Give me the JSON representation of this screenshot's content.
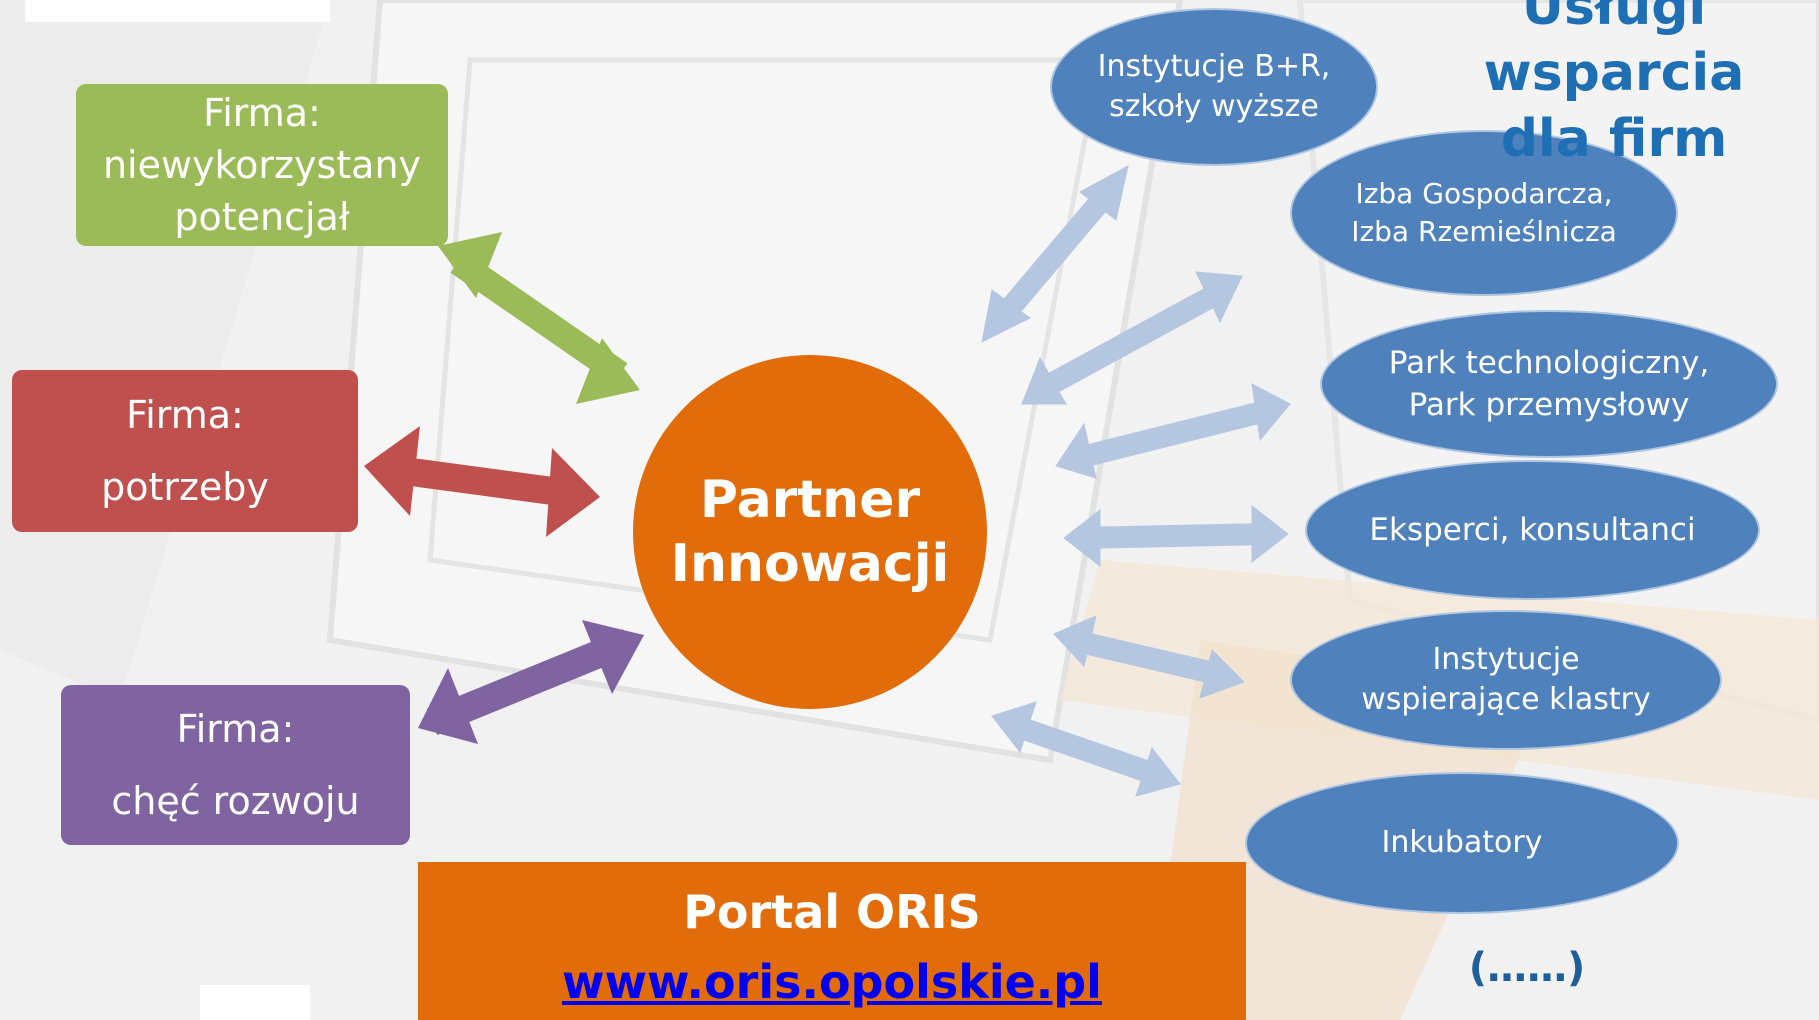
{
  "title": {
    "line1": "Usługi wsparcia",
    "line2": "dla firm"
  },
  "firm_boxes": [
    {
      "lines": [
        "Firma:",
        "niewykorzystany",
        "potencjał"
      ],
      "color": "#9bbb59"
    },
    {
      "lines": [
        "Firma:",
        "potrzeby"
      ],
      "color": "#c0504d"
    },
    {
      "lines": [
        "Firma:",
        "chęć rozwoju"
      ],
      "color": "#8064a2"
    }
  ],
  "hub": {
    "line1": "Partner",
    "line2": "Innowacji",
    "color": "#e36c0a"
  },
  "support_institutions": [
    {
      "lines": [
        "Instytucje B+R,",
        "szkoły wyższe"
      ]
    },
    {
      "lines": [
        "Izba Gospodarcza,",
        "Izba Rzemieślnicza"
      ]
    },
    {
      "lines": [
        "Park technologiczny,",
        "Park przemysłowy"
      ]
    },
    {
      "lines": [
        "Eksperci, konsultanci"
      ]
    },
    {
      "lines": [
        "Instytucje",
        "wspierające klastry"
      ]
    },
    {
      "lines": [
        "Inkubatory"
      ]
    }
  ],
  "more_items": "(……)",
  "portal": {
    "title": "Portal ORIS",
    "link": "www.oris.opolskie.pl"
  },
  "colors": {
    "institution_fill": "#4f81bd",
    "title": "#1f6fb5",
    "right_arrows": "#b4c6e0",
    "hub_orange": "#e36c0a"
  }
}
